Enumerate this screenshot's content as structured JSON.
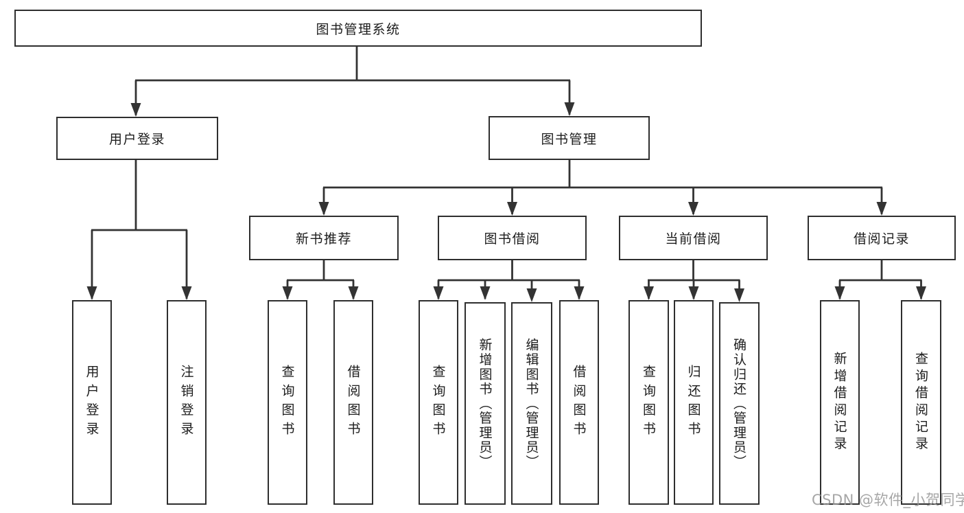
{
  "diagram": {
    "title_box": "图书管理系统",
    "level1": {
      "user_login": "用户登录",
      "book_mgmt": "图书管理"
    },
    "level2": {
      "new_book_rec": "新书推荐",
      "book_borrow": "图书借阅",
      "current_borrow": "当前借阅",
      "borrow_records": "借阅记录"
    },
    "leaves": {
      "login": "用户登录",
      "logout": "注销登录",
      "rec_query": "查询图书",
      "rec_borrow": "借阅图书",
      "bb_query": "查询图书",
      "bb_add": "新增图书（管理员）",
      "bb_edit": "编辑图书（管理员）",
      "bb_borrow": "借阅图书",
      "cb_query": "查询图书",
      "cb_return": "归还图书",
      "cb_confirm": "确认归还（管理员）",
      "br_add": "新增借阅记录",
      "br_query": "查询借阅记录"
    },
    "watermark": "CSDN @软件_小贺同学",
    "colors": {
      "line": "#333333",
      "text": "#1c1c1c",
      "watermark": "#a6a6a6",
      "background": "#ffffff"
    }
  }
}
